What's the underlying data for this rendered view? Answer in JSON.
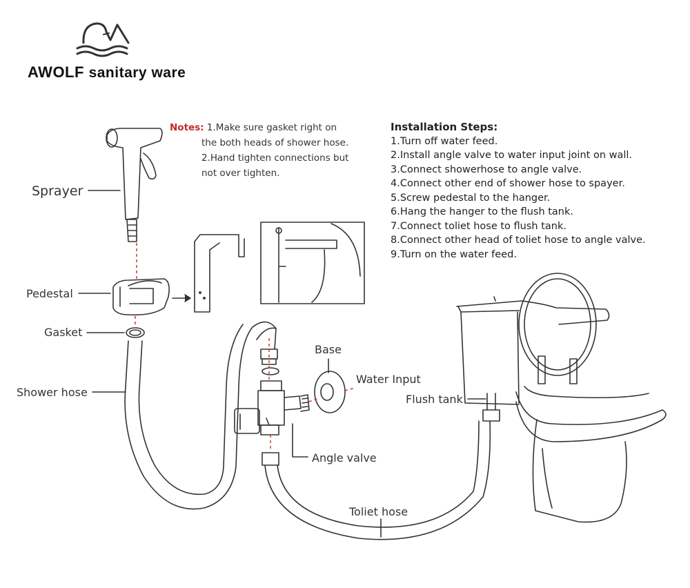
{
  "brand": {
    "word": "AWOLF",
    "rest": "sanitary ware",
    "logo": "mountain-wave-logo"
  },
  "notes": {
    "heading": "Notes:",
    "lines": [
      "1.Make sure gasket right on",
      "the both heads of shower hose.",
      "2.Hand tighten connections but",
      "not over tighten."
    ]
  },
  "steps": {
    "heading": "Installation Steps:",
    "items": [
      "1.Turn off water feed.",
      "2.Install angle valve to water input joint on wall.",
      "3.Connect showerhose to angle valve.",
      "4.Connect other end of shower hose to spayer.",
      "5.Screw pedestal to the hanger.",
      "6.Hang the hanger to the flush tank.",
      "7.Connect toliet hose to flush tank.",
      "8.Connect other head of toliet hose to angle valve.",
      "9.Turn on the water feed."
    ]
  },
  "labels": {
    "sprayer": "Sprayer",
    "pedestal": "Pedestal",
    "gasket": "Gasket",
    "shower_hose": "Shower hose",
    "base": "Base",
    "water_input": "Water Input",
    "angle_valve": "Angle valve",
    "flush_tank": "Flush tank",
    "toliet_hose": "Toliet hose"
  },
  "colors": {
    "line": "#333333",
    "accent": "#c62828"
  }
}
